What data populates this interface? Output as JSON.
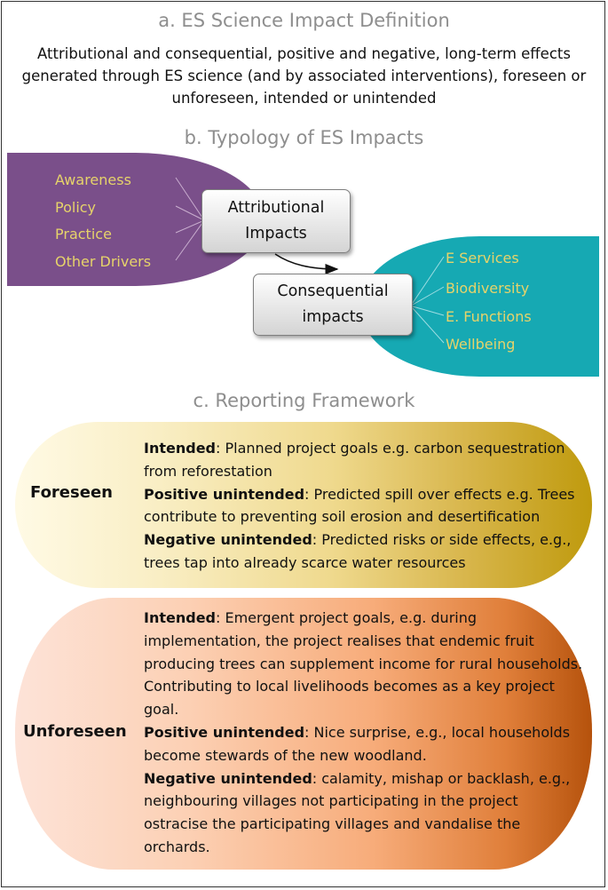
{
  "section_a": {
    "heading": "a. ES Science Impact Definition",
    "definition": "Attributional and consequential, positive and negative, long-term effects generated through ES science (and by associated interventions), foreseen or unforeseen, intended or unintended"
  },
  "section_b": {
    "heading": "b. Typology of ES Impacts",
    "drivers": [
      "Awareness",
      "Policy",
      "Practice",
      "Other Drivers"
    ],
    "attributional_box": [
      "Attributional",
      "Impacts"
    ],
    "consequential_box": [
      "Consequential",
      "impacts"
    ],
    "consequences": [
      "E Services",
      "Biodiversity",
      "E. Functions",
      "Wellbeing"
    ],
    "colors": {
      "purple": "#7a4f8a",
      "teal": "#16a9b3",
      "label_yellow": "#e6d36a"
    }
  },
  "section_c": {
    "heading": "c. Reporting Framework",
    "foreseen": {
      "label": "Foreseen",
      "items": [
        {
          "term": "Intended",
          "text": ": Planned project goals e.g. carbon sequestration from reforestation"
        },
        {
          "term": "Positive unintended",
          "text": ": Predicted spill over effects e.g. Trees contribute to preventing soil erosion and desertification"
        },
        {
          "term": "Negative unintended",
          "text": ": Predicted risks or side effects, e.g., trees tap into already scarce water resources"
        }
      ]
    },
    "unforeseen": {
      "label": "Unforeseen",
      "items": [
        {
          "term": "Intended",
          "text": ": Emergent project goals, e.g. during implementation, the project realises that endemic fruit producing trees can supplement income for rural households. Contributing to local livelihoods becomes as a key project goal."
        },
        {
          "term": "Positive unintended",
          "text": ": Nice surprise, e.g., local households become stewards of the new woodland."
        },
        {
          "term": "Negative unintended",
          "text": ": calamity, mishap or backlash, e.g., neighbouring villages not participating in the project ostracise the participating villages and vandalise the orchards."
        }
      ]
    }
  }
}
